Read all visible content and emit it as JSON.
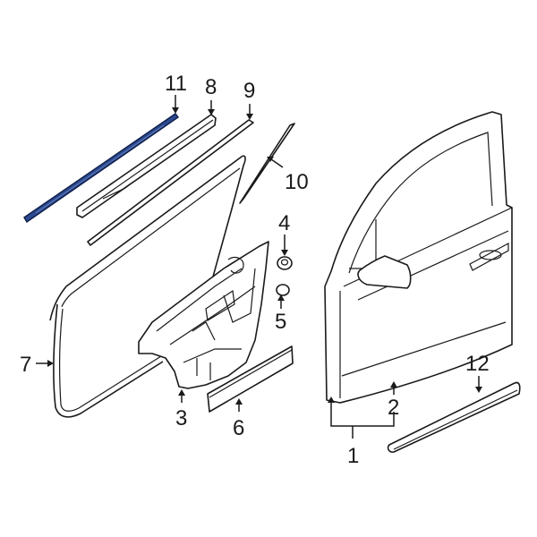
{
  "diagram": {
    "type": "exploded parts diagram",
    "subject": "Front door components",
    "highlight_color": "#2b4a8f",
    "line_color": "#1a1a1a",
    "background": "#ffffff"
  },
  "callouts": [
    {
      "id": "1",
      "label": "1"
    },
    {
      "id": "2",
      "label": "2"
    },
    {
      "id": "3",
      "label": "3"
    },
    {
      "id": "4",
      "label": "4"
    },
    {
      "id": "5",
      "label": "5"
    },
    {
      "id": "6",
      "label": "6"
    },
    {
      "id": "7",
      "label": "7"
    },
    {
      "id": "8",
      "label": "8"
    },
    {
      "id": "9",
      "label": "9"
    },
    {
      "id": "10",
      "label": "10"
    },
    {
      "id": "11",
      "label": "11"
    },
    {
      "id": "12",
      "label": "12"
    }
  ]
}
